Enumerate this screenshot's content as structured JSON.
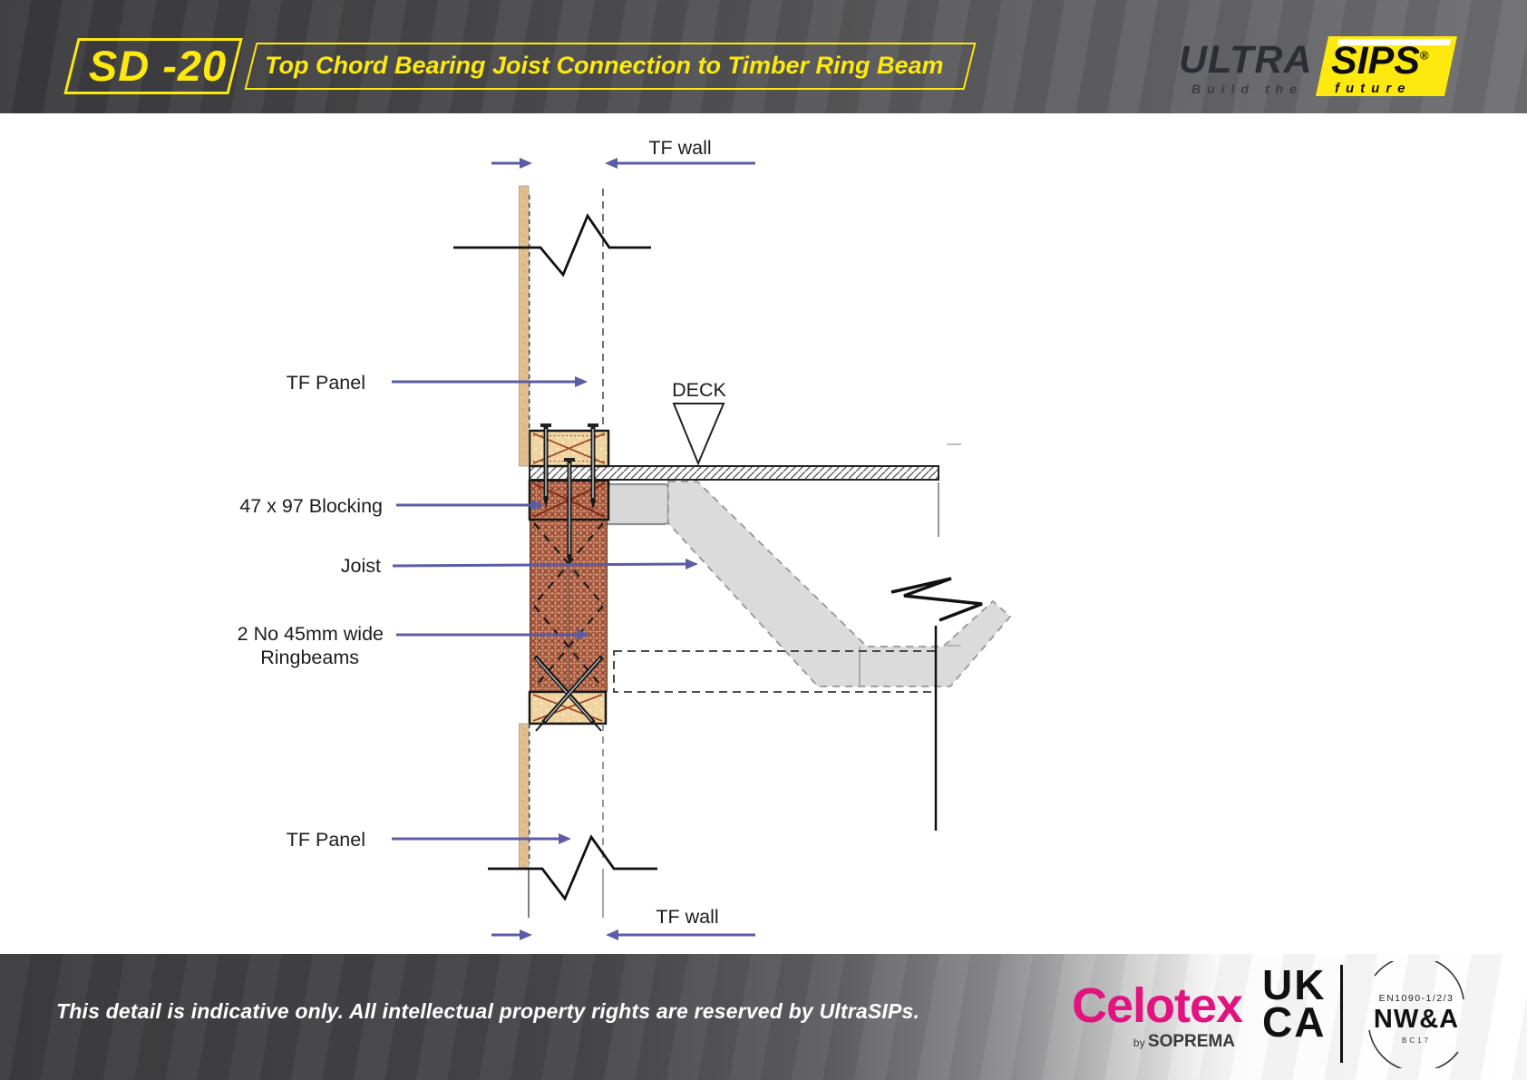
{
  "header": {
    "code": "SD -20",
    "title": "Top Chord Bearing Joist Connection to Timber Ring Beam",
    "brand": {
      "ultra": "ULTRA",
      "sips": "SIPS",
      "reg": "®",
      "tagline_left": "Build the",
      "tagline_right": "future"
    }
  },
  "diagram": {
    "labels": {
      "tf_wall_top": "TF wall",
      "tf_panel_top": "TF Panel",
      "deck": "DECK",
      "blocking": "47 x 97 Blocking",
      "joist": "Joist",
      "ringbeams_line1": "2 No 45mm wide",
      "ringbeams_line2": "Ringbeams",
      "tf_panel_bottom": "TF Panel",
      "tf_wall_bottom": "TF wall"
    }
  },
  "footer": {
    "disclaimer": "This detail is indicative only. All intellectual property rights are reserved by UltraSIPs.",
    "celotex": {
      "name": "Celotex",
      "by": "by",
      "soprema": "SOPREMA"
    },
    "ukca": {
      "uk": "UK",
      "ca": "CA",
      "standard": "EN1090-1/2/3",
      "body": "NW&A",
      "cert": "BC17"
    }
  },
  "theme": {
    "accent": "#5A5DA6",
    "ink": "#1D1D1D",
    "yellow": "#FDE90D",
    "celotex_pink": "#E2137E",
    "joist_gray": "#DBDBDB",
    "wood_strip": "#E2C08D",
    "wood_block": "#F1D5A1",
    "terracotta": "#C98467"
  }
}
